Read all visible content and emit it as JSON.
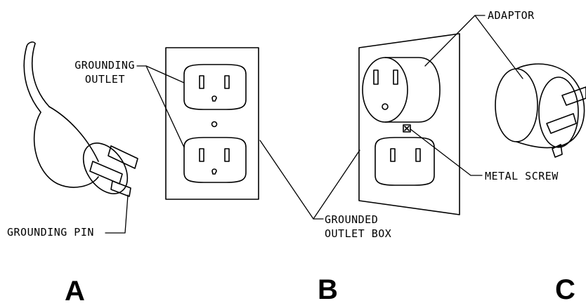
{
  "labels": {
    "grounding_outlet_line1": "GROUNDING",
    "grounding_outlet_line2": "OUTLET",
    "grounding_pin": "GROUNDING PIN",
    "grounded_outlet_box_line1": "GROUNDED",
    "grounded_outlet_box_line2": "OUTLET BOX",
    "adaptor": "ADAPTOR",
    "metal_screw": "METAL SCREW"
  },
  "panels": {
    "a": "A",
    "b": "B",
    "c": "C"
  },
  "colors": {
    "line": "#000000",
    "background": "#ffffff"
  }
}
